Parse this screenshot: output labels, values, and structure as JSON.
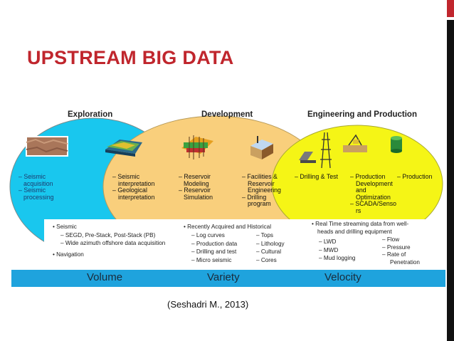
{
  "title": "UPSTREAM BIG DATA",
  "headings": {
    "exploration": "Exploration",
    "development": "Development",
    "engineering": "Engineering and Production"
  },
  "processes": {
    "exploration": [
      "– Seismic",
      "acquisition",
      "– Seismic",
      "processing"
    ],
    "exploration_overlap": [
      "– Seismic",
      "interpretation",
      "– Geological",
      "interpretation"
    ],
    "development_reservoir": [
      "– Reservoir",
      "Modeling",
      "– Reservoir",
      "Simulation"
    ],
    "development_facilities": [
      "– Facilities &",
      "Reservoir",
      "Engineering",
      "– Drilling",
      "program"
    ],
    "drilling_test": "– Drilling & Test",
    "production_dev": [
      "– Production",
      "Development",
      "and",
      "Optimization",
      "– SCADA/Senso",
      "rs"
    ],
    "production": "– Production"
  },
  "lists": {
    "seismic": {
      "head": "• Seismic",
      "items": [
        "–  SEGD, Pre-Stack, Post-Stack (PB)",
        "–  Wide azimuth offshore data acquisition"
      ],
      "head2": "• Navigation"
    },
    "variety": {
      "head": "• Recently Acquired and Historical",
      "col1": [
        "–  Log curves",
        "–  Production data",
        "–  Drilling and test",
        "–  Micro seismic"
      ],
      "col2": [
        "–  Tops",
        "–  Lithology",
        "–  Cultural",
        "–  Cores"
      ]
    },
    "velocity": {
      "head": [
        "• Real Time streaming data from well-",
        "heads and drilling equipment"
      ],
      "col1": [
        "–  LWD",
        "–  MWD",
        "–  Mud  logging"
      ],
      "col2": [
        "–  Flow",
        "–  Pressure",
        "–  Rate of",
        "Penetration"
      ]
    }
  },
  "bar_labels": [
    "Volume",
    "Variety",
    "Velocity"
  ],
  "citation": "(Seshadri M., 2013)",
  "colors": {
    "title": "#c0262d",
    "exploration_ellipse": "#19c7ee",
    "development_ellipse": "#f9cf7c",
    "engineering_ellipse": "#f5f516",
    "bar": "#1fa3dd"
  }
}
